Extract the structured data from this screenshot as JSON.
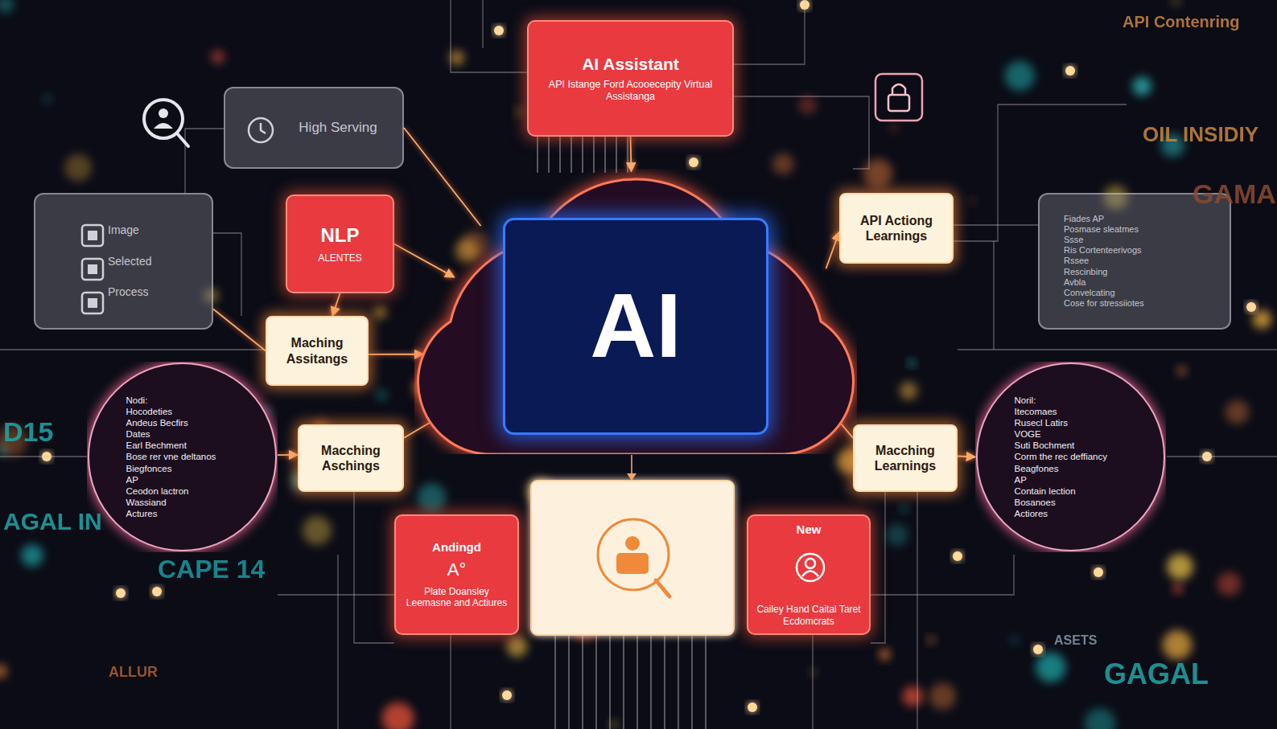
{
  "diagram": {
    "nodes": [
      {
        "text": [
          "High Serving"
        ]
      },
      {
        "text": [
          "AI Assistant",
          "API Istange Ford Acooecepity Virtual Assistanga"
        ]
      },
      {
        "text": [
          "Image",
          "Selected",
          "Process"
        ]
      },
      {
        "text": [
          "NLP",
          "ALENTES"
        ]
      },
      {
        "text": [
          "API Actiong Learnings"
        ]
      },
      {
        "text": [
          "Fiades AP",
          "Posmase sleatmes",
          "Ssse",
          "Ris Cortenteerivogs",
          "Rssee",
          "Rescinbing",
          "Avbla",
          "Convelcating",
          "Cose for stressiiotes"
        ]
      },
      {
        "text": [
          "AI"
        ]
      },
      {
        "text": [
          "Maching Assitangs"
        ]
      },
      {
        "text": [
          "Nodi:",
          "Hocodeties",
          "Andeus Becfirs",
          "Dates",
          "Earl Bechment",
          "Bose rer vne deltanos",
          "Biegfonces",
          "AP",
          "Ceodon lactron",
          "Wassiand",
          "Actures"
        ]
      },
      {
        "text": [
          "Macching Aschings"
        ]
      },
      {
        "text": [
          "Macching Learnings"
        ]
      },
      {
        "text": [
          "Noril:",
          "Itecomaes",
          "Rusecl Latirs",
          "VOGE",
          "Suti Bochment",
          "Corm the rec deffiancy",
          "Beagfones",
          "AP",
          "Contain lection",
          "Bosanoes",
          "Actiores"
        ]
      },
      {
        "text": [
          "Andingd",
          "A°",
          "Plate Doansley Leemasne and Actiures"
        ]
      },
      {
        "text": [
          "New",
          "Cailey Hand Caital Taret Ecdomcrats"
        ]
      }
    ],
    "edges": [
      {
        "from": 1,
        "to": 6,
        "arrow": "to"
      },
      {
        "from": 3,
        "to": 6,
        "arrow": "to"
      },
      {
        "from": 3,
        "to": 7,
        "arrow": "to"
      },
      {
        "from": 7,
        "to": 6,
        "arrow": "to"
      },
      {
        "from": 8,
        "to": 9,
        "arrow": "to"
      },
      {
        "from": 9,
        "to": 6,
        "arrow": "to"
      },
      {
        "from": 6,
        "to": 4,
        "arrow": "to"
      },
      {
        "from": 10,
        "to": 6,
        "arrow": "to"
      },
      {
        "from": 10,
        "to": 11,
        "arrow": "to"
      },
      {
        "from": 0,
        "to": 6,
        "arrow": "none"
      },
      {
        "from": 2,
        "to": 7,
        "arrow": "none"
      }
    ],
    "labels": [
      "API Contenring",
      "OIL INSIDIY",
      "GAMA",
      "D15",
      "AGAL IN",
      "CAPE 14",
      "ALLUR",
      "ASETS",
      "GAGAL"
    ]
  }
}
